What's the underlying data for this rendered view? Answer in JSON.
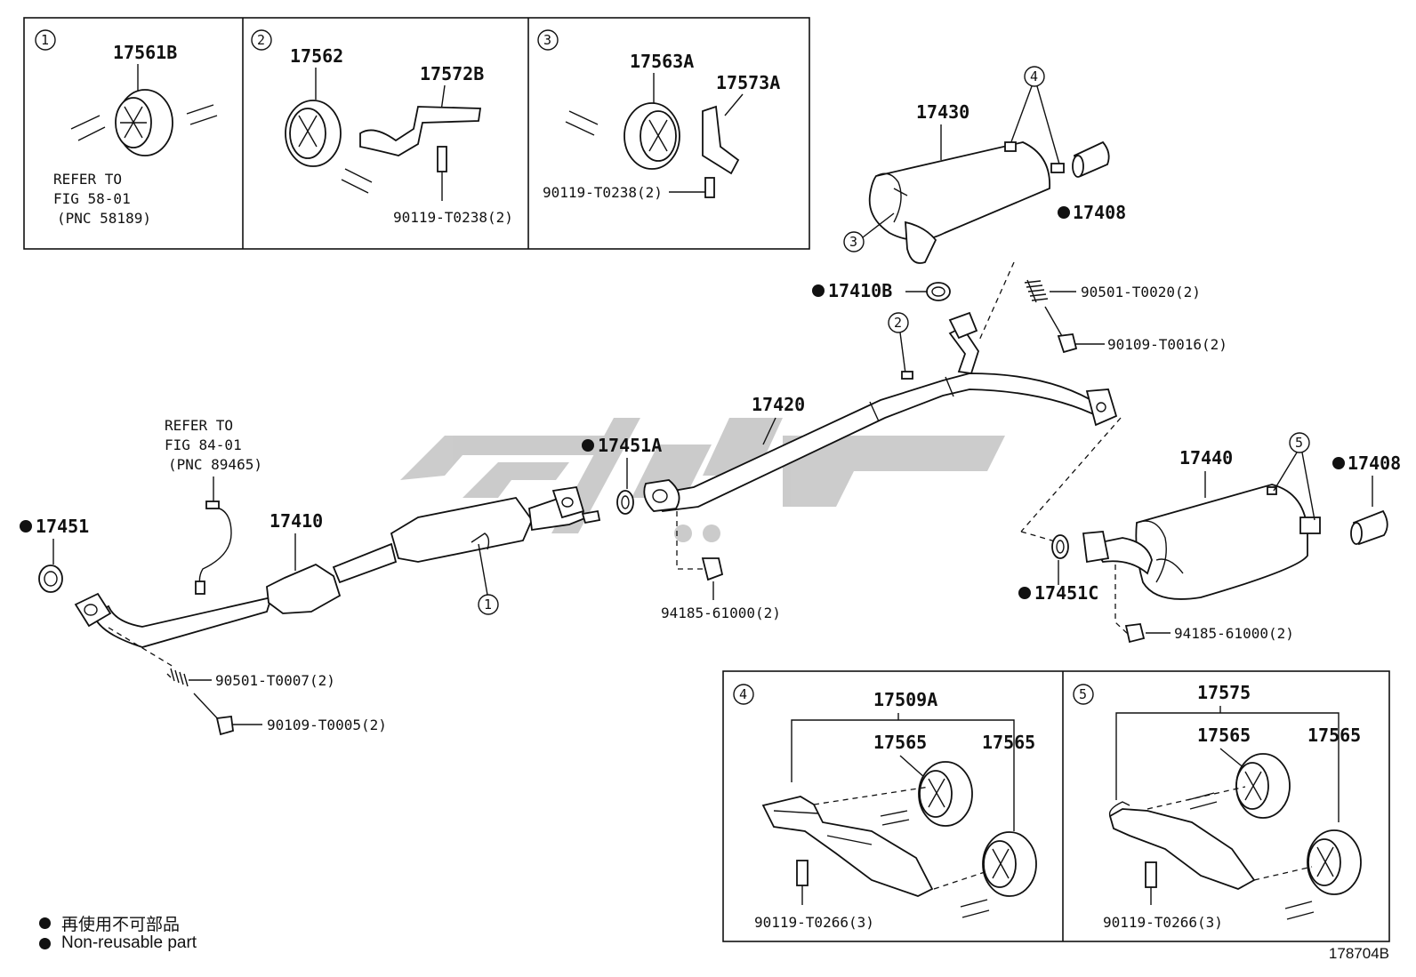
{
  "panels": {
    "p1": {
      "num": "1",
      "part": "17561B",
      "ref1": "REFER TO",
      "ref2": "FIG 58-01",
      "ref3": "(PNC 58189)"
    },
    "p2": {
      "num": "2",
      "partA": "17562",
      "partB": "17572B",
      "bolt": "90119-T0238(2)"
    },
    "p3": {
      "num": "3",
      "partA": "17563A",
      "partB": "17573A",
      "bolt": "90119-T0238(2)"
    },
    "p4": {
      "num": "4",
      "assy": "17509A",
      "a": "17565",
      "b": "17565",
      "bolt": "90119-T0266(3)"
    },
    "p5": {
      "num": "5",
      "assy": "17575",
      "a": "17565",
      "b": "17565",
      "bolt": "90119-T0266(3)"
    }
  },
  "callouts": {
    "c1": "1",
    "c2": "2",
    "c3": "3",
    "c4": "4",
    "c5": "5"
  },
  "labels": {
    "muffler_rear": "17430",
    "tail_tip_top": "17408",
    "gasket_17410b": "17410B",
    "spring_top": "90501-T0020(2)",
    "bolt_top": "90109-T0016(2)",
    "center_pipe": "17420",
    "gasket_17451a": "17451A",
    "nut_mid": "94185-61000(2)",
    "front_pipe": "17410",
    "gasket_17451": "17451",
    "sensor_ref1": "REFER TO",
    "sensor_ref2": "FIG 84-01",
    "sensor_ref3": "(PNC 89465)",
    "spring_front": "90501-T0007(2)",
    "bolt_front": "90109-T0005(2)",
    "muffler_side": "17440",
    "tail_tip_side": "17408",
    "gasket_17451c": "17451C",
    "nut_side": "94185-61000(2)"
  },
  "legend": {
    "cn": "再使用不可部品",
    "en": "Non-reusable part"
  },
  "diagram_id": "178704B",
  "colors": {
    "ink": "#111111",
    "watermark": "#c8c8c8",
    "background": "#ffffff"
  },
  "watermark_icon": "brand-logo-watermark"
}
